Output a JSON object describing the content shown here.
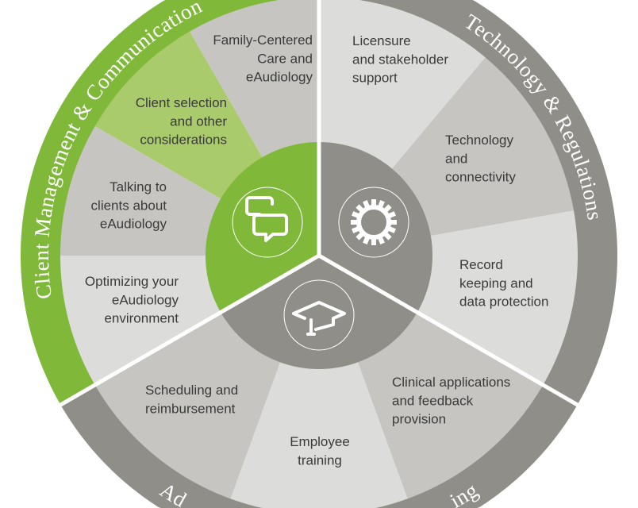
{
  "colors": {
    "green": "#80b93a",
    "light_green": "#a9cb6b",
    "grey_dark": "#8f8e88",
    "grey_mid": "#c6c5c1",
    "grey_light": "#dcdcda",
    "separator": "#ffffff",
    "text": "#3a3a3a"
  },
  "sectors": {
    "client": {
      "label": "Client Management & Communication",
      "icon": "speech-bubbles-icon",
      "items": [
        {
          "lines": [
            "Family-Centered",
            "Care and",
            "eAudiology"
          ]
        },
        {
          "lines": [
            "Client selection",
            "and other",
            "considerations"
          ]
        },
        {
          "lines": [
            "Talking to",
            "clients about",
            "eAudiology"
          ]
        },
        {
          "lines": [
            "Optimizing your",
            "eAudiology",
            "environment"
          ]
        }
      ]
    },
    "technology": {
      "label": "Technology & Regulations",
      "icon": "gear-icon",
      "items": [
        {
          "lines": [
            "Licensure",
            "and stakeholder",
            "support"
          ]
        },
        {
          "lines": [
            "Technology",
            "and",
            "connectivity"
          ]
        },
        {
          "lines": [
            "Record",
            "keeping and",
            "data protection"
          ]
        }
      ]
    },
    "admin": {
      "label_visible_start": "Ad",
      "label_visible_end": "ing",
      "icon": "graduation-cap-icon",
      "items": [
        {
          "lines": [
            "Clinical applications",
            "and feedback",
            "provision"
          ]
        },
        {
          "lines": [
            "Employee",
            "training"
          ]
        },
        {
          "lines": [
            "Scheduling and",
            "reimbursement"
          ]
        }
      ]
    }
  }
}
